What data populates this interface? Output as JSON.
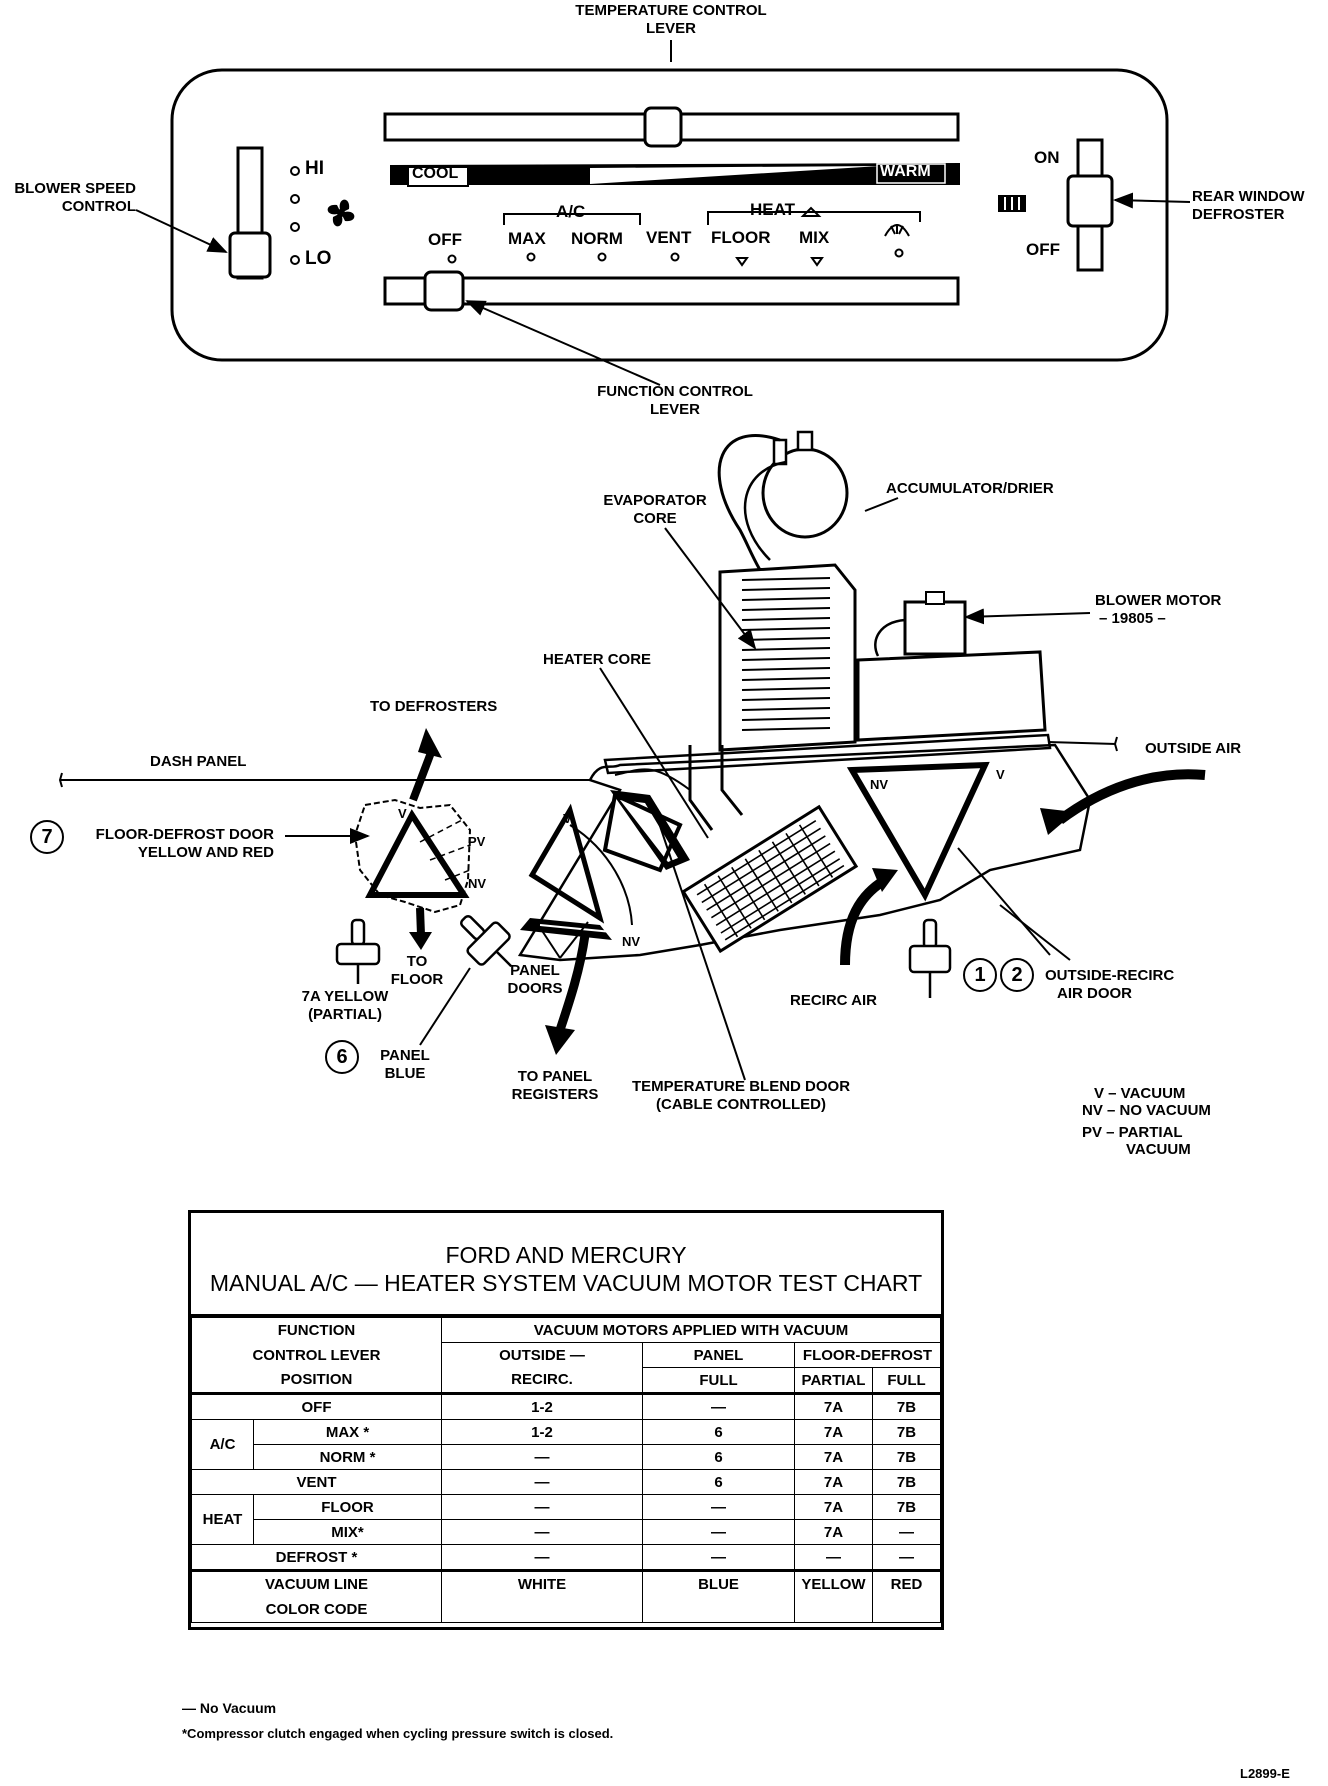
{
  "panel": {
    "callouts": {
      "temp_lever": [
        "TEMPERATURE CONTROL",
        "LEVER"
      ],
      "blower": [
        "BLOWER SPEED",
        "CONTROL"
      ],
      "rear_defrost": [
        "REAR WINDOW",
        "DEFROSTER"
      ],
      "function_lever": [
        "FUNCTION CONTROL",
        "LEVER"
      ]
    },
    "blower_hi": "HI",
    "blower_lo": "LO",
    "cool": "COOL",
    "warm": "WARM",
    "ac_group": "A/C",
    "heat_group": "HEAT",
    "positions": [
      "OFF",
      "MAX",
      "NORM",
      "VENT",
      "FLOOR",
      "MIX"
    ],
    "rear_on": "ON",
    "rear_off": "OFF"
  },
  "system": {
    "labels": {
      "evaporator": [
        "EVAPORATOR",
        "CORE"
      ],
      "accumulator": "ACCUMULATOR/DRIER",
      "blower_motor": [
        "BLOWER MOTOR",
        "– 19805 –"
      ],
      "heater_core": "HEATER CORE",
      "to_defrosters": "TO DEFROSTERS",
      "dash_panel": "DASH PANEL",
      "outside_air": "OUTSIDE AIR",
      "floor_defrost_door": [
        "FLOOR-DEFROST DOOR",
        "YELLOW AND RED"
      ],
      "to_floor": [
        "TO",
        "FLOOR"
      ],
      "yellow_7a": [
        "7A YELLOW",
        "(PARTIAL)"
      ],
      "panel_doors": [
        "PANEL",
        "DOORS"
      ],
      "panel_blue": [
        "PANEL",
        "BLUE"
      ],
      "to_panel_registers": [
        "TO PANEL",
        "REGISTERS"
      ],
      "temp_blend_door": [
        "TEMPERATURE BLEND DOOR",
        "(CABLE CONTROLLED)"
      ],
      "recirc_air": "RECIRC AIR",
      "outside_recirc_door": [
        "OUTSIDE-RECIRC",
        "AIR DOOR"
      ]
    },
    "door_marks": {
      "v": "V",
      "nv": "NV",
      "pv": "PV"
    },
    "circle_numbers": {
      "floor_defrost": "7",
      "panel": "6",
      "outside_1": "1",
      "outside_2": "2"
    },
    "legend": [
      "V – VACUUM",
      "NV – NO VACUUM",
      "PV – PARTIAL",
      "VACUUM"
    ]
  },
  "table": {
    "title": [
      "FORD AND MERCURY",
      "MANUAL A/C — HEATER SYSTEM VACUUM MOTOR TEST CHART"
    ],
    "header": {
      "function": [
        "FUNCTION",
        "CONTROL LEVER",
        "POSITION"
      ],
      "applied": "VACUUM MOTORS APPLIED WITH VACUUM",
      "outside": [
        "OUTSIDE —",
        "RECIRC."
      ],
      "panel": [
        "PANEL",
        "FULL"
      ],
      "floor_defrost": "FLOOR-DEFROST",
      "partial": "PARTIAL",
      "full": "FULL"
    },
    "groups": {
      "ac": "A/C",
      "heat": "HEAT"
    },
    "rows": [
      {
        "pos": "OFF",
        "outside": "1-2",
        "panel": "—",
        "partial": "7A",
        "full": "7B"
      },
      {
        "pos": "MAX  *",
        "outside": "1-2",
        "panel": "6",
        "partial": "7A",
        "full": "7B"
      },
      {
        "pos": "NORM  *",
        "outside": "—",
        "panel": "6",
        "partial": "7A",
        "full": "7B"
      },
      {
        "pos": "VENT",
        "outside": "—",
        "panel": "6",
        "partial": "7A",
        "full": "7B"
      },
      {
        "pos": "FLOOR",
        "outside": "—",
        "panel": "—",
        "partial": "7A",
        "full": "7B"
      },
      {
        "pos": "MIX*",
        "outside": "—",
        "panel": "—",
        "partial": "7A",
        "full": "—"
      },
      {
        "pos": "DEFROST *",
        "outside": "—",
        "panel": "—",
        "partial": "—",
        "full": "—"
      }
    ],
    "color_row": {
      "label": [
        "VACUUM LINE",
        "COLOR CODE"
      ],
      "outside": "WHITE",
      "panel": "BLUE",
      "partial": "YELLOW",
      "full": "RED"
    }
  },
  "footnotes": [
    "— No Vacuum",
    "*Compressor clutch engaged when cycling pressure switch is closed."
  ],
  "figure_id": "L2899-E"
}
